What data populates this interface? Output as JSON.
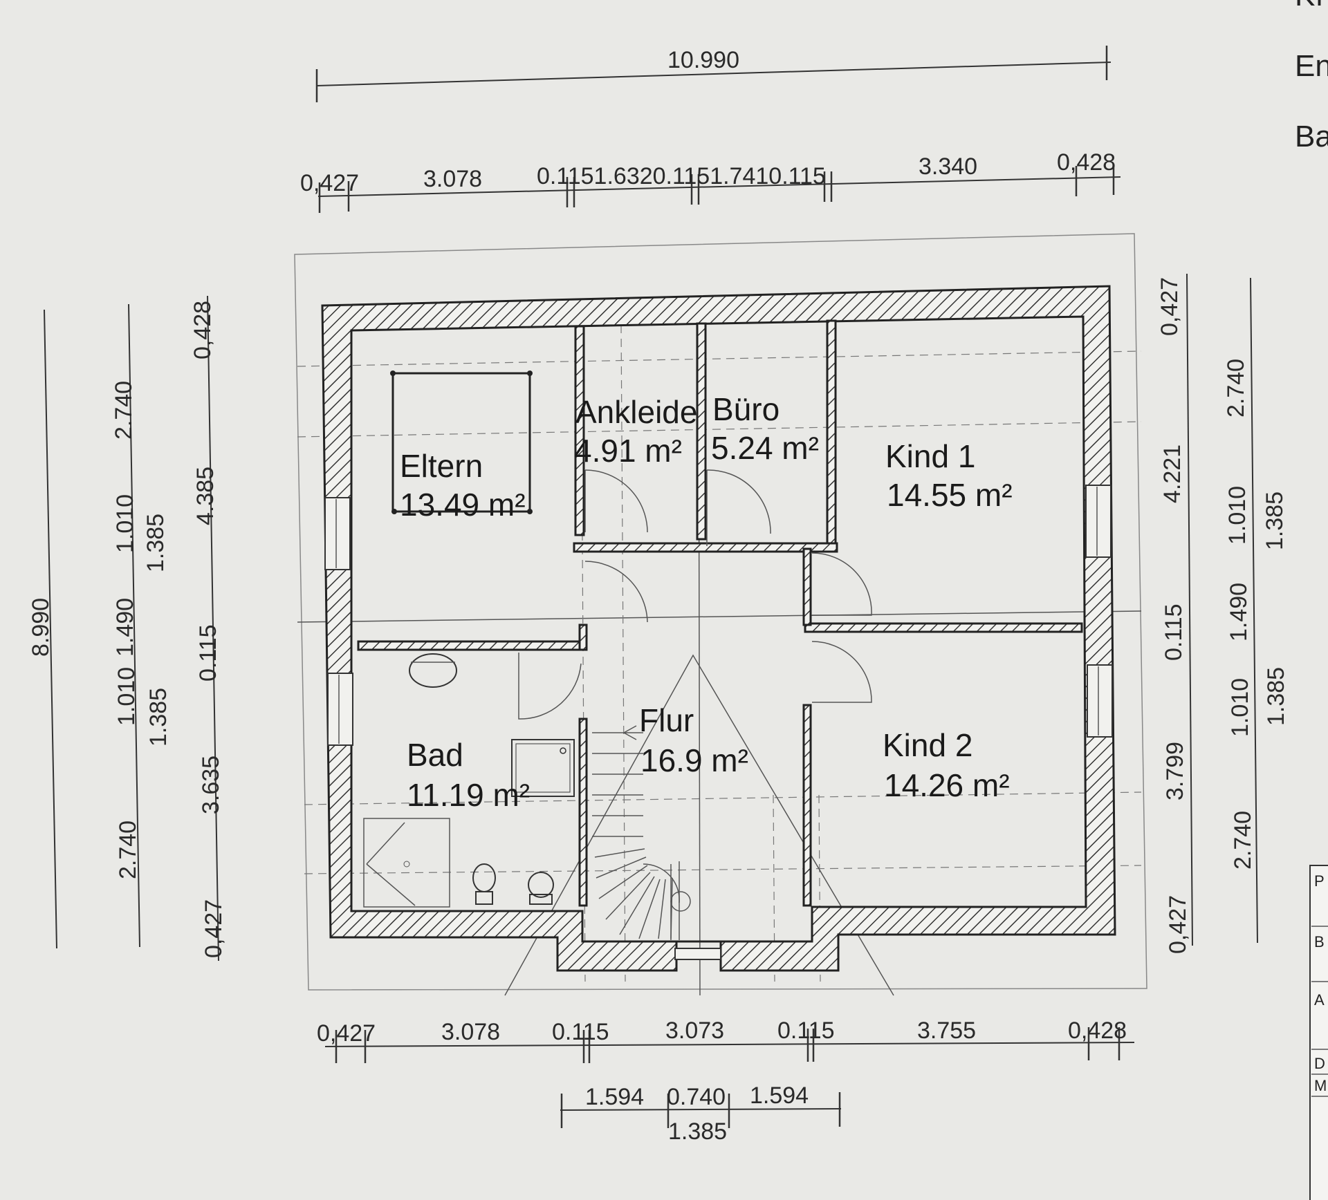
{
  "side_labels": [
    "Kı",
    "En",
    "Ba"
  ],
  "dims_top": {
    "overall": "10.990",
    "segments": [
      "0,427",
      "3.078",
      "0.1151.6320.1151.7410.115",
      "3.340",
      "0,428"
    ]
  },
  "dims_bottom": {
    "segments": [
      "0,427",
      "3.078",
      "0.115",
      "3.073",
      "0.115",
      "3.755",
      "0,428"
    ],
    "door": [
      "1.594",
      "0.740",
      "1.594"
    ],
    "door_height": "1.385"
  },
  "dims_left": {
    "overall": "8.990",
    "openings": [
      "2.740",
      "1.010",
      "1.490",
      "1.010",
      "2.740"
    ],
    "heights": [
      "1.385",
      "1.385"
    ],
    "structure": [
      "0,428",
      "4.385",
      "0.115",
      "3.635",
      "0,427"
    ]
  },
  "dims_right": {
    "structure": [
      "0,427",
      "4.221",
      "0.115",
      "3.799",
      "0,427"
    ],
    "openings": [
      "2.740",
      "1.010",
      "1.490",
      "1.010",
      "2.740"
    ],
    "heights": [
      "1.385",
      "1.385"
    ]
  },
  "rooms": {
    "eltern": {
      "name": "Eltern",
      "area": "13.49 m²"
    },
    "ankleide": {
      "name": "Ankleide",
      "area": "4.91 m²"
    },
    "buero": {
      "name": "Büro",
      "area": "5.24 m²"
    },
    "kind1": {
      "name": "Kind 1",
      "area": "14.55 m²"
    },
    "bad": {
      "name": "Bad",
      "area": "11.19 m²"
    },
    "flur": {
      "name": "Flur",
      "area": "16.9 m²"
    },
    "kind2": {
      "name": "Kind 2",
      "area": "14.26 m²"
    }
  },
  "title_block": [
    "P",
    "B",
    "A",
    "D",
    "M"
  ]
}
